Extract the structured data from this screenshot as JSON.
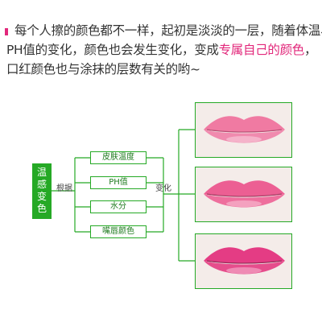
{
  "intro": {
    "line1": "每个人擦的颜色都不一样，起初是淡淡的一层，随着体温、",
    "line2_prefix": "PH值的变化，颜色也会发生变化，变成",
    "line2_highlight": "专属自己的颜色",
    "line2_suffix": "，",
    "line3": "口红颜色也与涂抹的层数有关的哟~"
  },
  "diagram": {
    "main_label_chars": [
      "温",
      "感",
      "变",
      "色"
    ],
    "basis_label": "根据",
    "change_label": "变化",
    "factors": [
      "皮肤温度",
      "PH值",
      "水分",
      "嘴唇颜色"
    ]
  },
  "lip_photos": [
    {
      "name": "light-pink-lips",
      "color": "#f07aa2"
    },
    {
      "name": "medium-pink-lips",
      "color": "#ec5f93"
    },
    {
      "name": "deep-pink-lips",
      "color": "#e43c84"
    }
  ],
  "colors": {
    "accent_green": "#25a925",
    "highlight_pink": "#e2287b"
  }
}
